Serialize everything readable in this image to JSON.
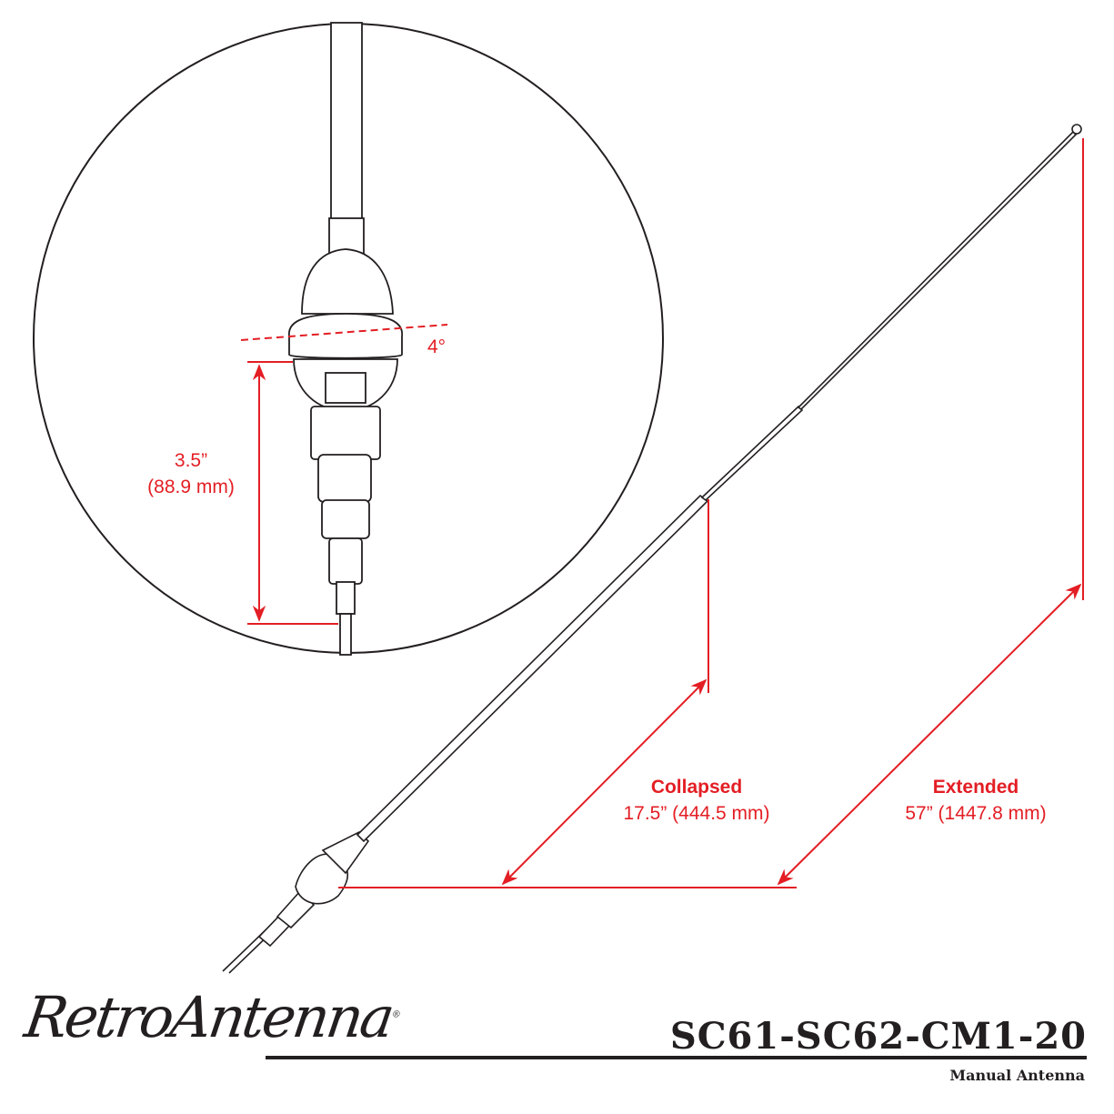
{
  "detail": {
    "angle_label": "4°",
    "height_label": "3.5”",
    "height_metric": "(88.9 mm)"
  },
  "dimensions": {
    "collapsed_title": "Collapsed",
    "collapsed_value": "17.5” (444.5 mm)",
    "extended_title": "Extended",
    "extended_value": "57” (1447.8 mm)"
  },
  "brand": {
    "logo": "RetroAntenna",
    "registered": "®"
  },
  "product": {
    "model": "SC61-SC62-CM1-20",
    "type": "Manual Antenna"
  },
  "colors": {
    "dimension": "#e31e24",
    "line": "#231f20"
  }
}
